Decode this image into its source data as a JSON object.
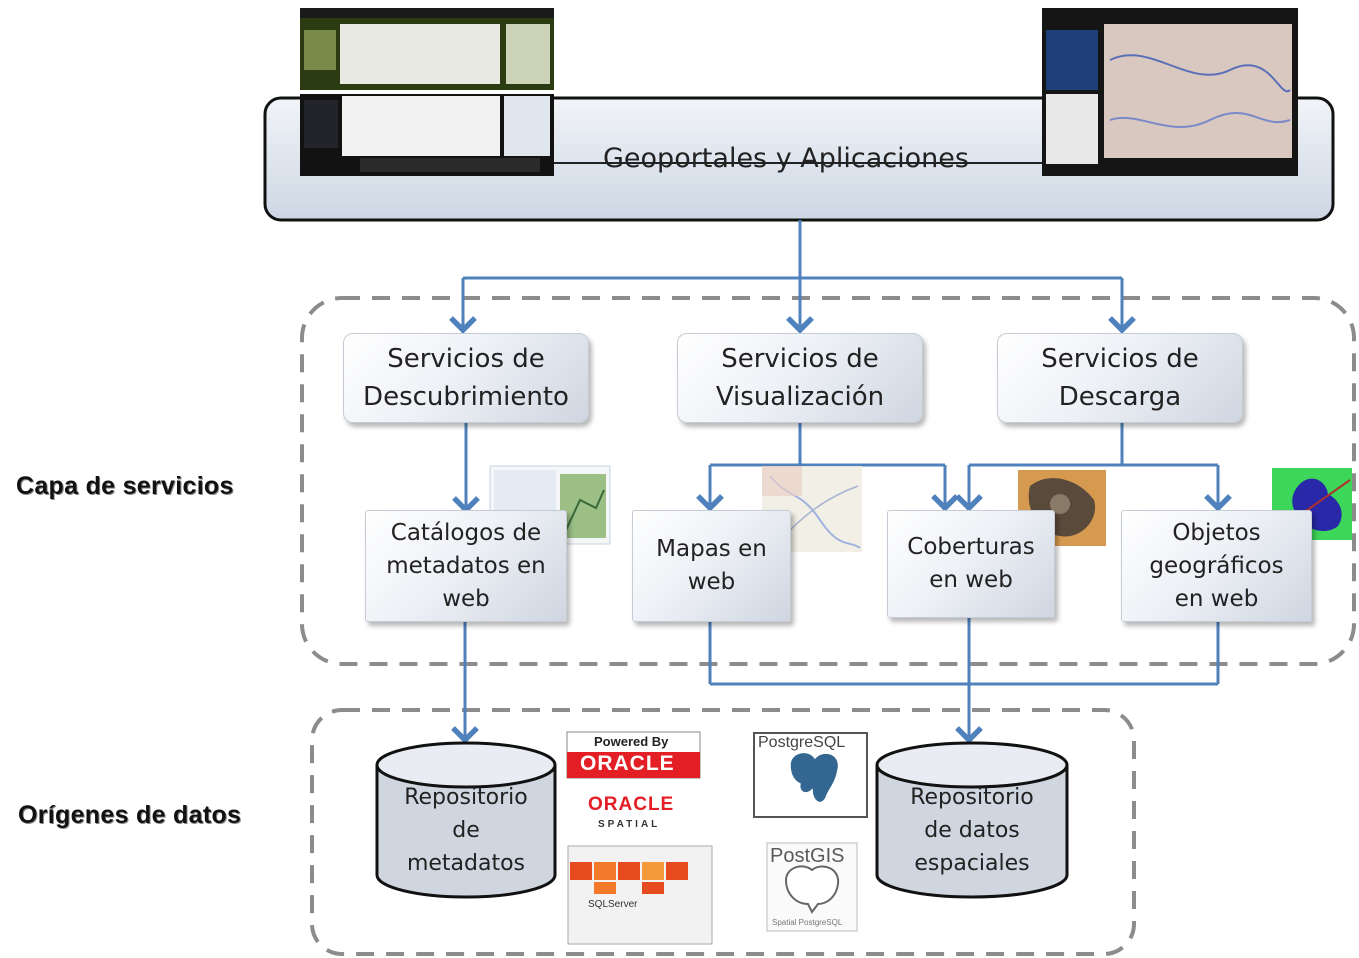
{
  "top": {
    "title": "Geoportales y Aplicaciones"
  },
  "layers": {
    "services_label": "Capa de servicios",
    "data_label": "Orígenes de datos"
  },
  "services": [
    {
      "line1": "Servicios de",
      "line2": "Descubrimiento"
    },
    {
      "line1": "Servicios de",
      "line2": "Visualización"
    },
    {
      "line1": "Servicios de",
      "line2": "Descarga"
    }
  ],
  "subservices": [
    {
      "lines": [
        "Catálogos de",
        "metadatos en",
        "web"
      ]
    },
    {
      "lines": [
        "Mapas en",
        "web"
      ]
    },
    {
      "lines": [
        "Coberturas",
        "en web"
      ]
    },
    {
      "lines": [
        "Objetos",
        "geográficos",
        "en web"
      ]
    }
  ],
  "repositories": [
    {
      "lines": [
        "Repositorio",
        "de",
        "metadatos"
      ]
    },
    {
      "lines": [
        "Repositorio",
        "de datos",
        "espaciales"
      ]
    }
  ],
  "logos": {
    "oracle_powered": "Powered By",
    "oracle": "ORACLE",
    "oracle_spatial": "SPATIAL",
    "sqlserver": "SQLServer",
    "postgresql": "PostgreSQL",
    "postgis": "PostGIS",
    "postgis_sub": "Spatial PostgreSQL"
  },
  "colors": {
    "connector": "#4f81bd",
    "oracle_red": "#e31e25",
    "top_band": "#dfe6ef"
  }
}
